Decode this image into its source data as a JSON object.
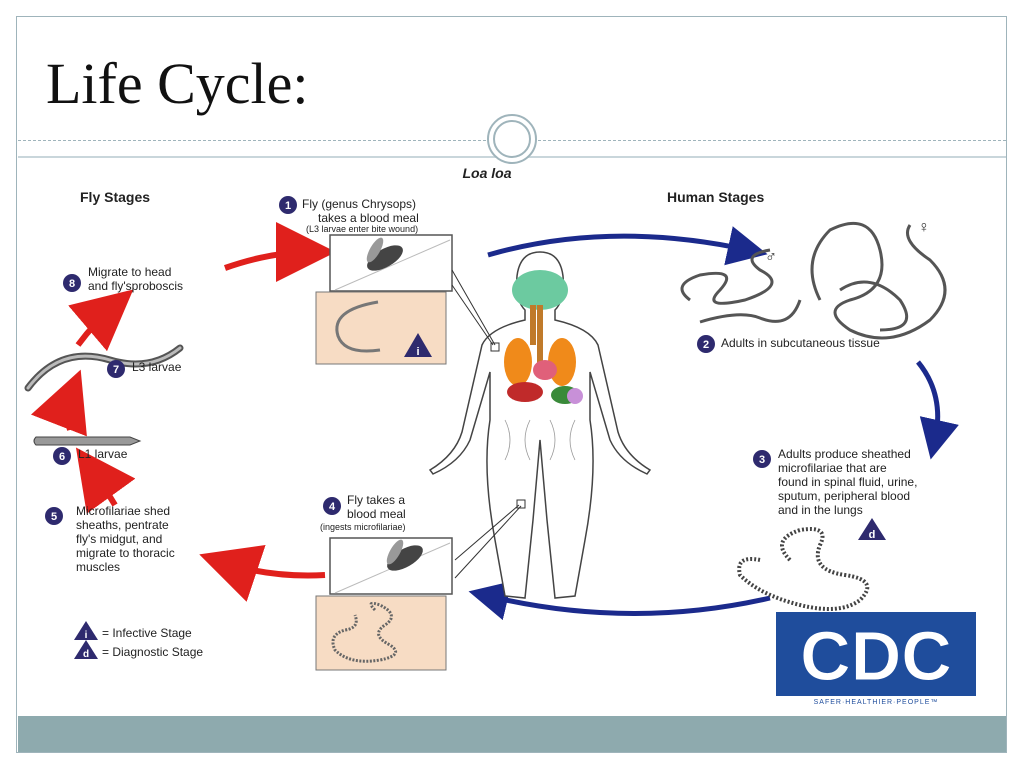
{
  "slide": {
    "title": "Life Cycle:"
  },
  "diagram": {
    "title": "Loa loa",
    "fly_stages_heading": "Fly Stages",
    "human_stages_heading": "Human Stages",
    "steps": [
      {
        "num": "1",
        "lines": [
          "Fly (genus Chrysops)",
          "takes a blood meal"
        ],
        "note": "(L3 larvae enter bite wound)"
      },
      {
        "num": "2",
        "lines": [
          "Adults in subcutaneous tissue"
        ]
      },
      {
        "num": "3",
        "lines": [
          "Adults produce sheathed",
          "microfilariae that are",
          "found in spinal fluid, urine,",
          "sputum, peripheral blood",
          "and in the lungs"
        ]
      },
      {
        "num": "4",
        "lines": [
          "Fly takes a",
          "blood meal"
        ],
        "note": "(ingests microfilariae)"
      },
      {
        "num": "5",
        "lines": [
          "Microfilariae shed",
          "sheaths, pentrate",
          "fly's midgut, and",
          "migrate to thoracic",
          "muscles"
        ]
      },
      {
        "num": "6",
        "lines": [
          "L1 larvae"
        ]
      },
      {
        "num": "7",
        "lines": [
          "L3 larvae"
        ]
      },
      {
        "num": "8",
        "lines": [
          "Migrate to head",
          "and fly'sproboscis"
        ]
      }
    ],
    "markers": {
      "infective": "i",
      "diagnostic": "d"
    },
    "legend": [
      {
        "letter": "i",
        "text": "= Infective Stage"
      },
      {
        "letter": "d",
        "text": "= Diagnostic Stage"
      }
    ],
    "male_symbol": "♂",
    "female_symbol": "♀",
    "logo": {
      "text": "CDC",
      "tagline": "SAFER·HEALTHIER·PEOPLE™"
    },
    "colors": {
      "navy": "#2e2a6e",
      "red_arrow": "#e0201c",
      "blue_arrow": "#1b2a8c",
      "tan": "#f7dcc4",
      "cdc_blue": "#1f4d9c"
    }
  }
}
